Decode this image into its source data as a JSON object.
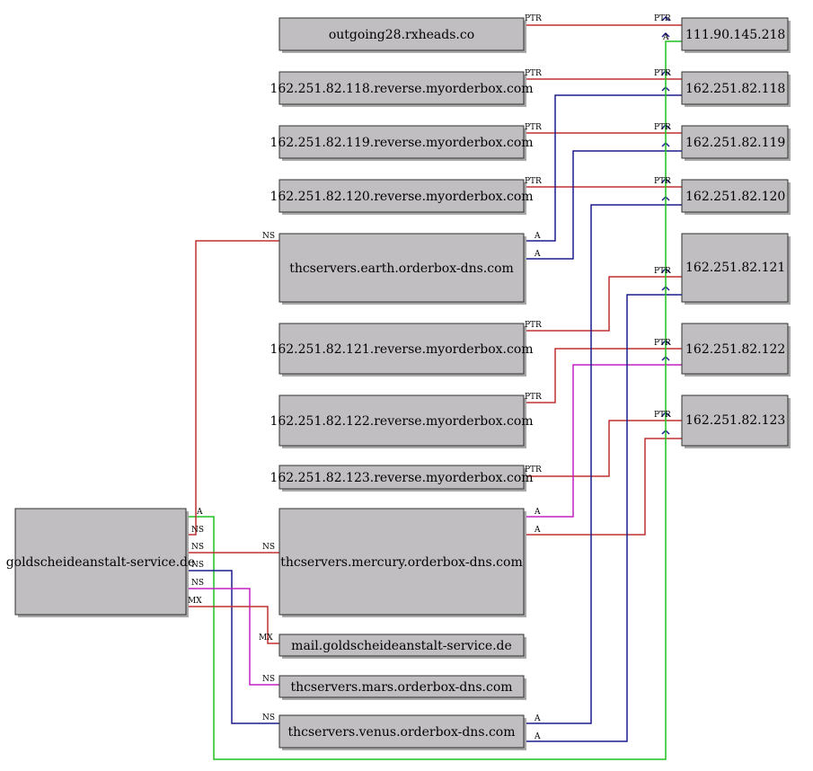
{
  "colors": {
    "ptr": "#c03030",
    "ns": "#c03030",
    "mx": "#c03030",
    "a_navy": "#1c1c8c",
    "a_green": "#20c020",
    "a_magenta": "#c020c0",
    "a_red": "#c03030",
    "node_fill": "#c0bec0"
  },
  "nodes": [
    {
      "id": "outgoing",
      "label": "outgoing28.rxheads.co"
    },
    {
      "id": "rev118",
      "label": "162.251.82.118.reverse.myorderbox.com"
    },
    {
      "id": "rev119",
      "label": "162.251.82.119.reverse.myorderbox.com"
    },
    {
      "id": "rev120",
      "label": "162.251.82.120.reverse.myorderbox.com"
    },
    {
      "id": "earth",
      "label": "thcservers.earth.orderbox-dns.com"
    },
    {
      "id": "rev121",
      "label": "162.251.82.121.reverse.myorderbox.com"
    },
    {
      "id": "rev122",
      "label": "162.251.82.122.reverse.myorderbox.com"
    },
    {
      "id": "rev123",
      "label": "162.251.82.123.reverse.myorderbox.com"
    },
    {
      "id": "mercury",
      "label": "thcservers.mercury.orderbox-dns.com"
    },
    {
      "id": "mail",
      "label": "mail.goldscheideanstalt-service.de"
    },
    {
      "id": "mars",
      "label": "thcservers.mars.orderbox-dns.com"
    },
    {
      "id": "venus",
      "label": "thcservers.venus.orderbox-dns.com"
    },
    {
      "id": "domain",
      "label": "goldscheideanstalt-service.de"
    },
    {
      "id": "ip218",
      "label": "111.90.145.218"
    },
    {
      "id": "ip118",
      "label": "162.251.82.118"
    },
    {
      "id": "ip119",
      "label": "162.251.82.119"
    },
    {
      "id": "ip120",
      "label": "162.251.82.120"
    },
    {
      "id": "ip121",
      "label": "162.251.82.121"
    },
    {
      "id": "ip122",
      "label": "162.251.82.122"
    },
    {
      "id": "ip123",
      "label": "162.251.82.123"
    }
  ],
  "edges": [
    {
      "id": "ptr-outgoing",
      "from": "outgoing",
      "to": "ip218",
      "type": "PTR",
      "color": "ptr",
      "src_label": "PTR",
      "dst_label": "PTR"
    },
    {
      "id": "ptr-118",
      "from": "rev118",
      "to": "ip118",
      "type": "PTR",
      "color": "ptr",
      "src_label": "PTR",
      "dst_label": "PTR"
    },
    {
      "id": "ptr-119",
      "from": "rev119",
      "to": "ip119",
      "type": "PTR",
      "color": "ptr",
      "src_label": "PTR",
      "dst_label": "PTR"
    },
    {
      "id": "ptr-120",
      "from": "rev120",
      "to": "ip120",
      "type": "PTR",
      "color": "ptr",
      "src_label": "PTR",
      "dst_label": "PTR"
    },
    {
      "id": "ptr-121",
      "from": "rev121",
      "to": "ip121",
      "type": "PTR",
      "color": "ptr",
      "src_label": "PTR",
      "dst_label": "PTR"
    },
    {
      "id": "ptr-122",
      "from": "rev122",
      "to": "ip122",
      "type": "PTR",
      "color": "ptr",
      "src_label": "PTR",
      "dst_label": "PTR"
    },
    {
      "id": "ptr-123",
      "from": "rev123",
      "to": "ip123",
      "type": "PTR",
      "color": "ptr",
      "src_label": "PTR",
      "dst_label": "PTR"
    },
    {
      "id": "a-earth-118",
      "from": "earth",
      "to": "ip118",
      "type": "A",
      "color": "a_navy",
      "src_label": "A"
    },
    {
      "id": "a-earth-119",
      "from": "earth",
      "to": "ip119",
      "type": "A",
      "color": "a_navy",
      "src_label": "A"
    },
    {
      "id": "a-mercury-122",
      "from": "mercury",
      "to": "ip122",
      "type": "A",
      "color": "a_magenta",
      "src_label": "A"
    },
    {
      "id": "a-mercury-123",
      "from": "mercury",
      "to": "ip123",
      "type": "A",
      "color": "a_red",
      "src_label": "A"
    },
    {
      "id": "a-venus-120",
      "from": "venus",
      "to": "ip120",
      "type": "A",
      "color": "a_navy",
      "src_label": "A"
    },
    {
      "id": "a-venus-121",
      "from": "venus",
      "to": "ip121",
      "type": "A",
      "color": "a_navy",
      "src_label": "A"
    },
    {
      "id": "a-domain-218",
      "from": "domain",
      "to": "ip218",
      "type": "A",
      "color": "a_green",
      "src_label": "A",
      "dst_label": "A"
    },
    {
      "id": "ns-earth",
      "from": "domain",
      "to": "earth",
      "type": "NS",
      "color": "ns",
      "src_label": "NS",
      "dst_label": "NS"
    },
    {
      "id": "ns-mercury",
      "from": "domain",
      "to": "mercury",
      "type": "NS",
      "color": "ns",
      "src_label": "NS",
      "dst_label": "NS"
    },
    {
      "id": "ns-venus",
      "from": "domain",
      "to": "venus",
      "type": "NS",
      "color": "a_navy",
      "src_label": "NS",
      "dst_label": "NS"
    },
    {
      "id": "ns-mars",
      "from": "domain",
      "to": "mars",
      "type": "NS",
      "color": "a_magenta",
      "src_label": "NS",
      "dst_label": "NS"
    },
    {
      "id": "mx-mail",
      "from": "domain",
      "to": "mail",
      "type": "MX",
      "color": "mx",
      "src_label": "MX",
      "dst_label": "MX"
    }
  ]
}
